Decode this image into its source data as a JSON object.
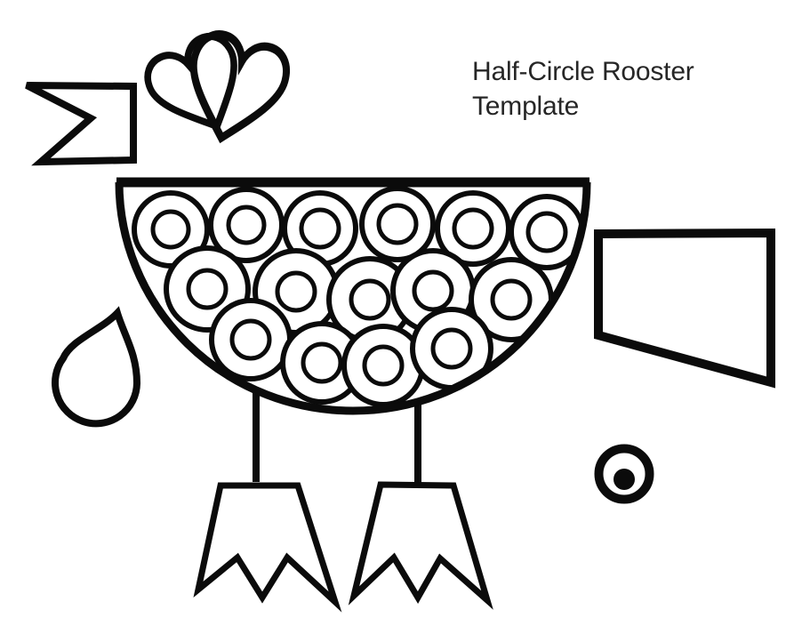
{
  "title": {
    "line1": "Half-Circle Rooster",
    "line2": "Template"
  },
  "canvas": {
    "background": "#ffffff",
    "line_color": "#0b0b0b",
    "text_color": "#262626"
  },
  "parts": {
    "comb": "zigzag-flag comb piece",
    "hearts": "two overlapping heart pieces",
    "wattle": "teardrop piece",
    "body": "half-circle body filled with donut circles",
    "feather_circle_count": 15,
    "tail": "trapezoid tail piece",
    "eye": "circle-with-dot eye piece",
    "legs": "two straight legs",
    "feet": "two zigzag feet pieces"
  }
}
